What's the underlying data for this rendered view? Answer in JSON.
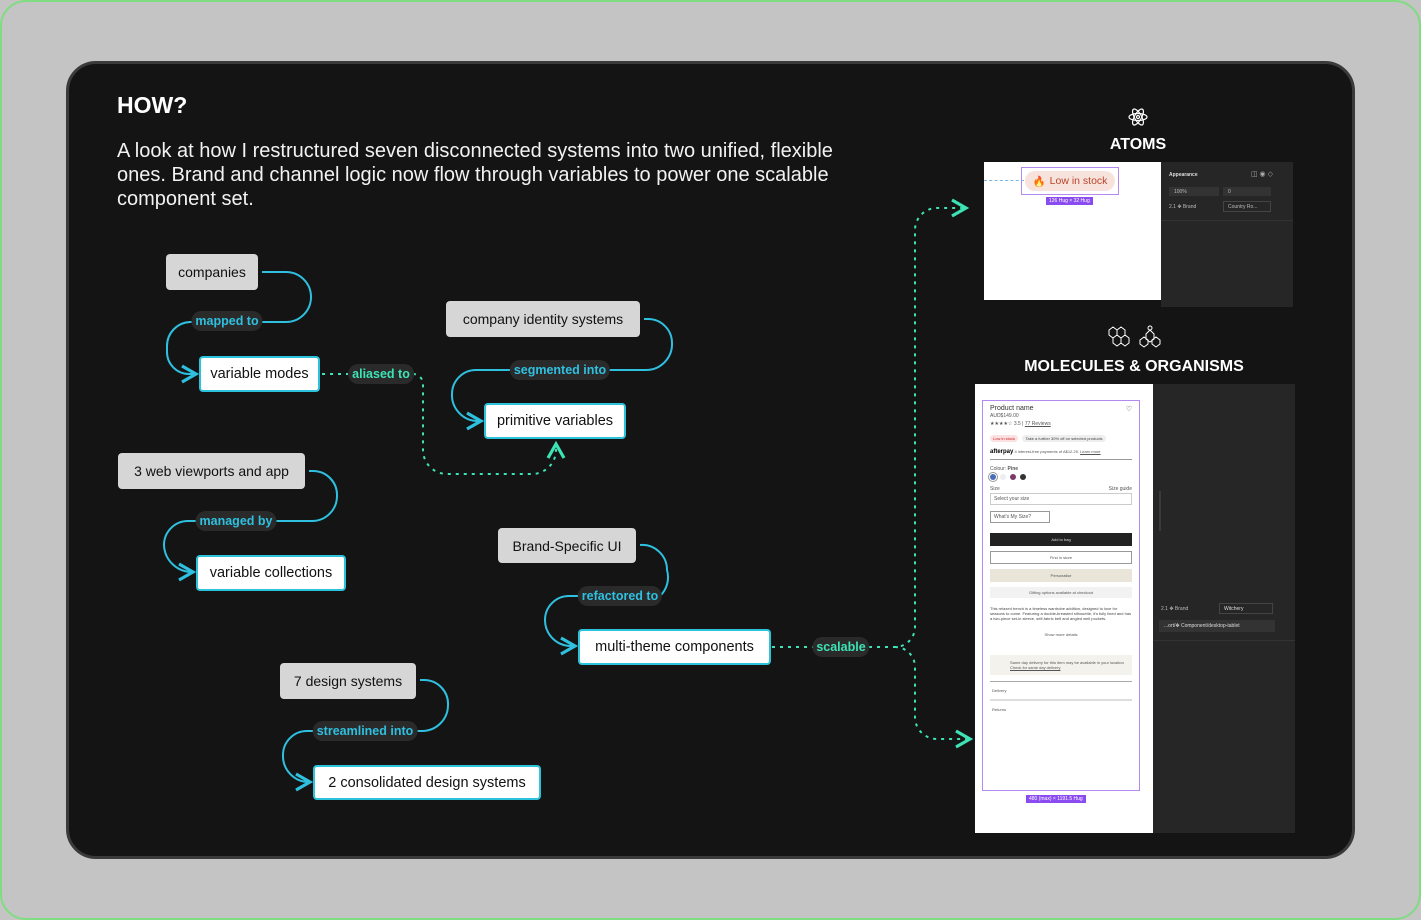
{
  "heading": "HOW?",
  "intro": "A look at how I restructured seven disconnected systems into two unified, flexible ones. Brand and channel logic now flow through variables to power one scalable component set.",
  "flow": {
    "companies": "companies",
    "mapped_to": "mapped to",
    "variable_modes": "variable modes",
    "aliased_to": "aliased to",
    "company_identity": "company identity systems",
    "segmented_into": "segmented into",
    "primitive_variables": "primitive variables",
    "viewports": "3 web viewports and app",
    "managed_by": "managed by",
    "variable_collections": "variable collections",
    "brand_ui": "Brand-Specific UI",
    "refactored_to": "refactored to",
    "multi_theme": "multi-theme components",
    "scalable": "scalable",
    "design_systems": "7 design systems",
    "streamlined_into": "streamlined into",
    "consolidated": "2 consolidated design systems"
  },
  "colors": {
    "solid_connector": "#2fc0e0",
    "dotted_connector": "#3de3b5",
    "selection": "#9b59f0"
  },
  "atoms": {
    "title": "ATOMS",
    "icon": "atom-icon",
    "badge": "Low in stock",
    "size_tag": "126 Hug × 32 Hug",
    "panel": {
      "section": "Appearance",
      "opacity": "100%",
      "radius": "0",
      "variable": "2.1 ✥ Brand",
      "mode": "Country Ro..."
    }
  },
  "molecules": {
    "title": "MOLECULES & ORGANISMS",
    "icons": [
      "molecule-icon",
      "organism-icon"
    ],
    "product": {
      "name": "Product name",
      "price": "AUD$149.00",
      "rating": "3.5",
      "reviews": "77 Reviews",
      "stock": "Low in stock",
      "promo": "Take a further 30% off on selected products",
      "afterpay": "afterpay",
      "afterpay_text": "4 interest-free payments of A$12.25.",
      "learn_more": "Learn more",
      "colour_label": "Colour:",
      "colour_value": "Pine",
      "size_label": "Size",
      "size_guide": "Size guide",
      "size_select": "Select your size",
      "whats_my_size": "What's My Size?",
      "add_to_bag": "Add to bag",
      "find_in_store": "Find in store",
      "personalise": "Personalise",
      "gifting": "Gifting options available at checkout",
      "description": "This relaxed trench is a timeless wardrobe addition, designed to love for seasons to come. Featuring a double-breasted silhouette, it's fully lined and has a two-piece set-in sleeve, self-fabric belt and angled welt pockets.",
      "show_more": "Show more details",
      "delivery_note": "Same day delivery for this item may be available in your location",
      "delivery_link": "Check for same day delivery",
      "accordion": [
        "Delivery",
        "Returns"
      ],
      "size_tag": "480 (max) × 1191.5 Hug"
    },
    "panel": {
      "variable": "2.1 ✥ Brand",
      "mode": "Witchery",
      "component": "...ort/✥ Component/desktop-tablet"
    }
  }
}
